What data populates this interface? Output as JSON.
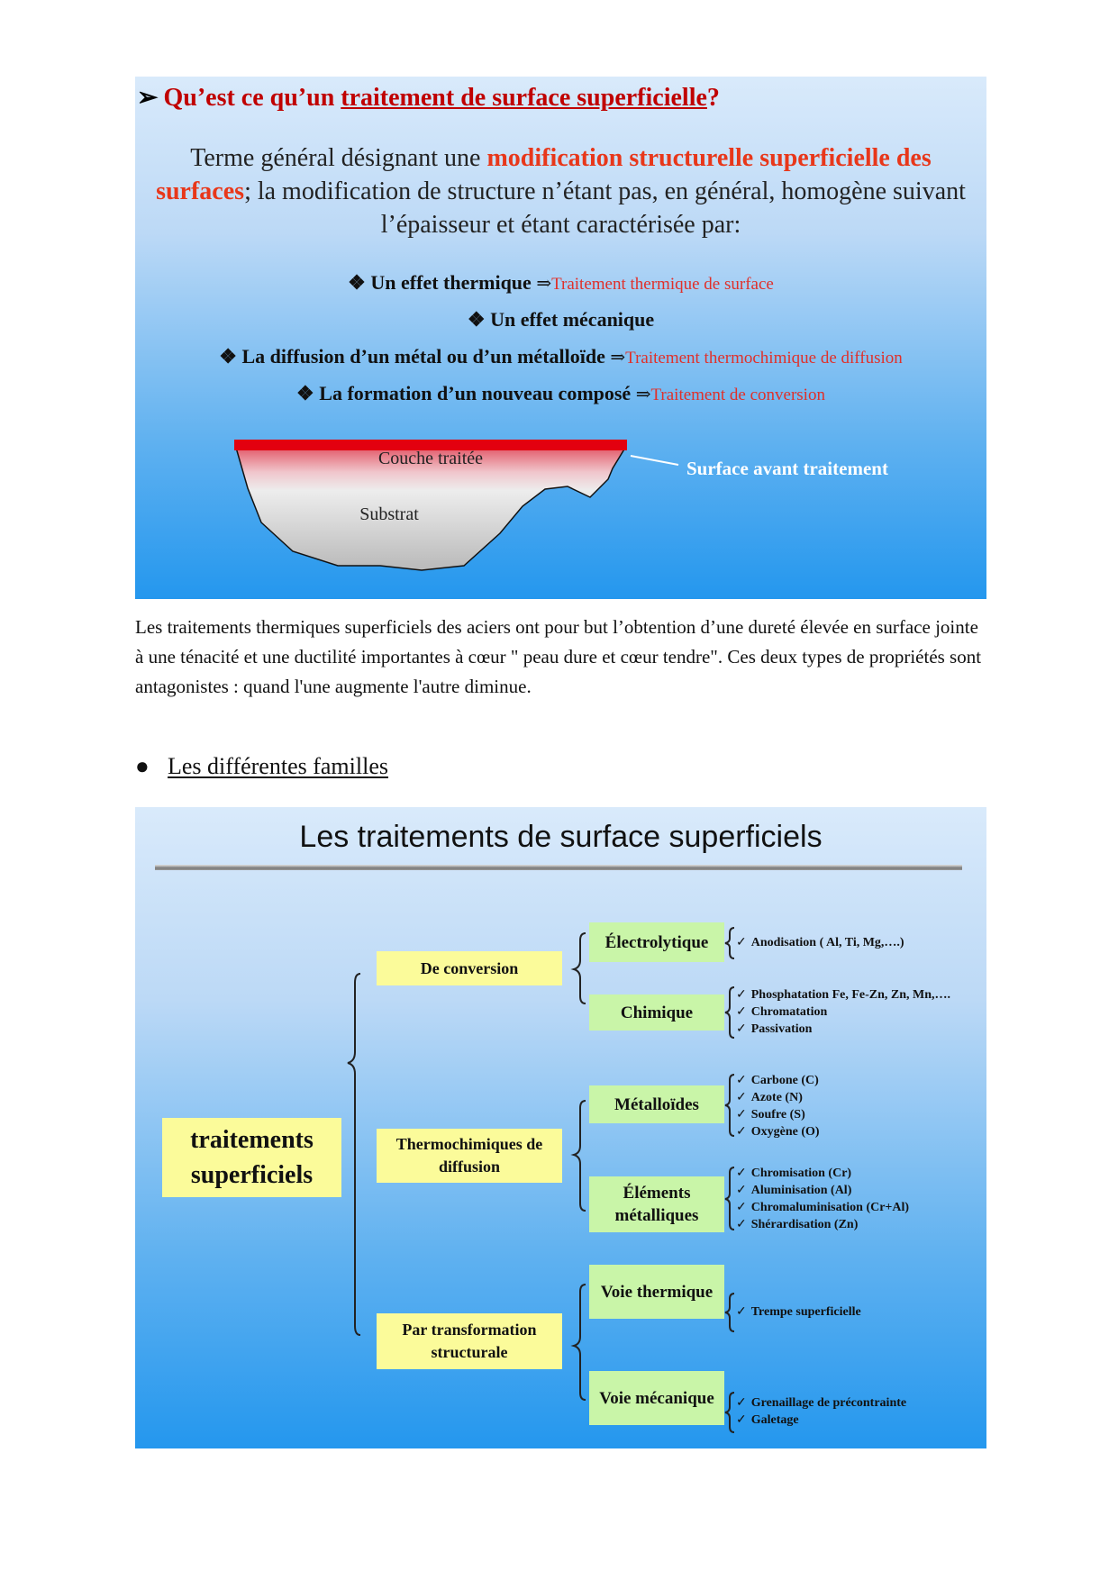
{
  "slide1": {
    "question": {
      "prefix": "Qu’est ce qu’un ",
      "underlined": "traitement de surface superficielle",
      "suffix": "?"
    },
    "description": {
      "part1": "Terme général désignant une ",
      "highlight": "modification structurelle superficielle des surfaces",
      "part2": "; la modification de structure n’étant pas, en général, homogène suivant l’épaisseur et étant caractérisée par:"
    },
    "effects": [
      {
        "label": "Un effet thermique",
        "result": "Traitement thermique de surface"
      },
      {
        "label": "Un effet mécanique",
        "result": ""
      },
      {
        "label": "La diffusion d’un métal ou d’un métalloïde",
        "result": "Traitement thermochimique de diffusion"
      },
      {
        "label": "La formation d’un nouveau composé",
        "result": "Traitement de conversion"
      }
    ],
    "diagram": {
      "layer_label": "Couche traitée",
      "substrate_label": "Substrat",
      "surface_label": "Surface avant traitement"
    }
  },
  "paragraph": "Les traitements  thermiques superficiels des aciers ont pour but l’obtention d’une dureté élevée en surface jointe à une ténacité et une ductilité importantes à cœur \" peau dure et cœur tendre\". Ces deux types de propriétés sont antagonistes : quand l'une augmente l'autre diminue.",
  "families_heading": "Les différentes familles",
  "slide2": {
    "title": "Les traitements de surface superficiels",
    "root": "traitements superficiels",
    "branches": [
      {
        "label": "De conversion",
        "children": [
          {
            "label": "Électrolytique",
            "items": [
              "Anodisation ( Al, Ti, Mg,….)"
            ]
          },
          {
            "label": "Chimique",
            "items": [
              "Phosphatation Fe, Fe-Zn, Zn, Mn,….",
              "Chromatation",
              "Passivation"
            ]
          }
        ]
      },
      {
        "label": "Thermochimiques de diffusion",
        "children": [
          {
            "label": "Métalloïdes",
            "items": [
              "Carbone (C)",
              "Azote (N)",
              "Soufre (S)",
              "Oxygène (O)"
            ]
          },
          {
            "label": "Éléments métalliques",
            "items": [
              "Chromisation (Cr)",
              "Aluminisation (Al)",
              "Chromaluminisation (Cr+Al)",
              "Shérardisation (Zn)"
            ]
          }
        ]
      },
      {
        "label": "Par transformation structurale",
        "children": [
          {
            "label": "Voie thermique",
            "items": [
              "Trempe superficielle"
            ]
          },
          {
            "label": "Voie mécanique",
            "items": [
              "Grenaillage de précontrainte",
              "Galetage"
            ]
          }
        ]
      }
    ]
  }
}
